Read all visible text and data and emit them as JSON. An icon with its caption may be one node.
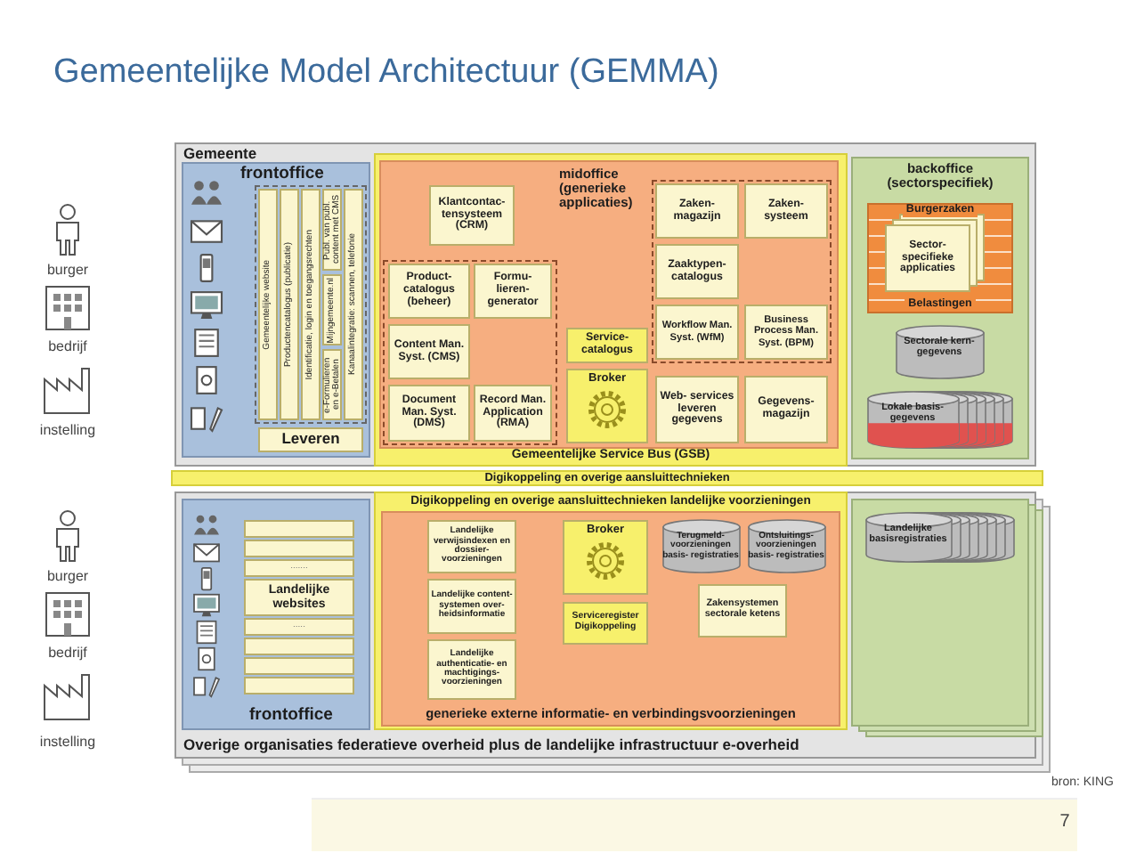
{
  "diagram": {
    "title": "Gemeentelijke Model Architectuur (GEMMA)",
    "nodes": [
      {
        "text": [
          "Gemeente"
        ]
      },
      {
        "text": [
          "frontoffice"
        ],
        "in": 0
      },
      {
        "text": [
          "Gemeentelijke website"
        ],
        "in": 1
      },
      {
        "text": [
          "Productencatalogus (publicatie)"
        ],
        "in": 1
      },
      {
        "text": [
          "Identificatie, login en toegangsrechten"
        ],
        "in": 1
      },
      {
        "text": [
          "Publ. van publ. content met CMS"
        ],
        "in": 1
      },
      {
        "text": [
          "Mijngemeente.nl"
        ],
        "in": 1
      },
      {
        "text": [
          "e-Formulieren en e-Betalen"
        ],
        "in": 1
      },
      {
        "text": [
          "Kanaalintegratie: scannen, telefonie"
        ],
        "in": 1
      },
      {
        "text": [
          "Leveren"
        ],
        "in": 1
      },
      {
        "text": [
          "Gemeentelijke Service Bus (GSB)"
        ],
        "in": 0
      },
      {
        "text": [
          "midoffice (generieke applicaties)"
        ],
        "in": 10
      },
      {
        "text": [
          "Klantcontac- tensysteem (CRM)"
        ],
        "in": 11
      },
      {
        "text": [
          "Product- catalogus (beheer)"
        ],
        "in": 11
      },
      {
        "text": [
          "Formu- lieren- generator"
        ],
        "in": 11
      },
      {
        "text": [
          "Content Man. Syst. (CMS)"
        ],
        "in": 11
      },
      {
        "text": [
          "Document Man. Syst. (DMS)"
        ],
        "in": 11
      },
      {
        "text": [
          "Record Man. Application (RMA)"
        ],
        "in": 11
      },
      {
        "text": [
          "Service- catalogus"
        ],
        "in": 11
      },
      {
        "text": [
          "Broker"
        ],
        "in": 11
      },
      {
        "text": [
          "Zaken- magazijn"
        ],
        "in": 11
      },
      {
        "text": [
          "Zaken- systeem"
        ],
        "in": 11
      },
      {
        "text": [
          "Zaaktypen- catalogus"
        ],
        "in": 11
      },
      {
        "text": [
          "Workflow Man. Syst. (WfM)"
        ],
        "in": 11
      },
      {
        "text": [
          "Business Process Man. Syst. (BPM)"
        ],
        "in": 11
      },
      {
        "text": [
          "Web- services leveren gegevens"
        ],
        "in": 11
      },
      {
        "text": [
          "Gegevens- magazijn"
        ],
        "in": 11
      },
      {
        "text": [
          "backoffice (sectorspecifiek)"
        ],
        "in": 0
      },
      {
        "text": [
          "Burgerzaken",
          "Belastingen"
        ],
        "in": 27
      },
      {
        "text": [
          "Sector- specifieke applicaties"
        ],
        "in": 28
      },
      {
        "text": [
          "Sectorale kern- gegevens"
        ],
        "in": 27
      },
      {
        "text": [
          "Lokale basis- gegevens"
        ],
        "in": 27
      },
      {
        "text": [
          "Digikoppeling en overige aansluittechnieken"
        ]
      },
      {
        "text": [
          "Overige organisaties federatieve overheid plus de landelijke infrastructuur e-overheid"
        ]
      },
      {
        "text": [
          "frontoffice"
        ],
        "in": 33
      },
      {
        "text": [],
        "shape": "bar",
        "in": 34
      },
      {
        "text": [],
        "shape": "bar",
        "in": 34
      },
      {
        "text": [
          "......."
        ],
        "in": 34
      },
      {
        "text": [
          "Landelijke websites"
        ],
        "in": 34
      },
      {
        "text": [
          "....."
        ],
        "in": 34
      },
      {
        "text": [],
        "shape": "bar",
        "in": 34
      },
      {
        "text": [],
        "shape": "bar",
        "in": 34
      },
      {
        "text": [],
        "shape": "bar",
        "in": 34
      },
      {
        "text": [
          "Digikoppeling en overige aansluittechnieken landelijke voorzieningen"
        ],
        "in": 33
      },
      {
        "text": [
          "generieke externe informatie- en verbindingsvoorzieningen"
        ],
        "in": 43
      },
      {
        "text": [
          "Landelijke verwijsindexen en dossier- voorzieningen"
        ],
        "in": 44
      },
      {
        "text": [
          "Landelijke content- systemen over- heidsinformatie"
        ],
        "in": 44
      },
      {
        "text": [
          "Landelijke authenticatie- en machtigings- voorzieningen"
        ],
        "in": 44
      },
      {
        "text": [
          "Broker"
        ],
        "in": 44
      },
      {
        "text": [
          "Serviceregister Digikoppeling"
        ],
        "in": 44
      },
      {
        "text": [
          "Terugmeld- voorzieningen basis- registraties"
        ],
        "in": 44
      },
      {
        "text": [
          "Ontsluitings- voorzieningen basis- registraties"
        ],
        "in": 44
      },
      {
        "text": [
          "Zakensystemen sectorale ketens"
        ],
        "in": 44
      },
      {
        "text": [],
        "shape": "box",
        "in": 33
      },
      {
        "text": [
          "Landelijke basisregistraties"
        ],
        "in": 53
      }
    ],
    "labels": [
      "burger",
      "bedrijf",
      "instelling",
      "burger",
      "bedrijf",
      "instelling",
      "bron: KING",
      "7"
    ]
  }
}
